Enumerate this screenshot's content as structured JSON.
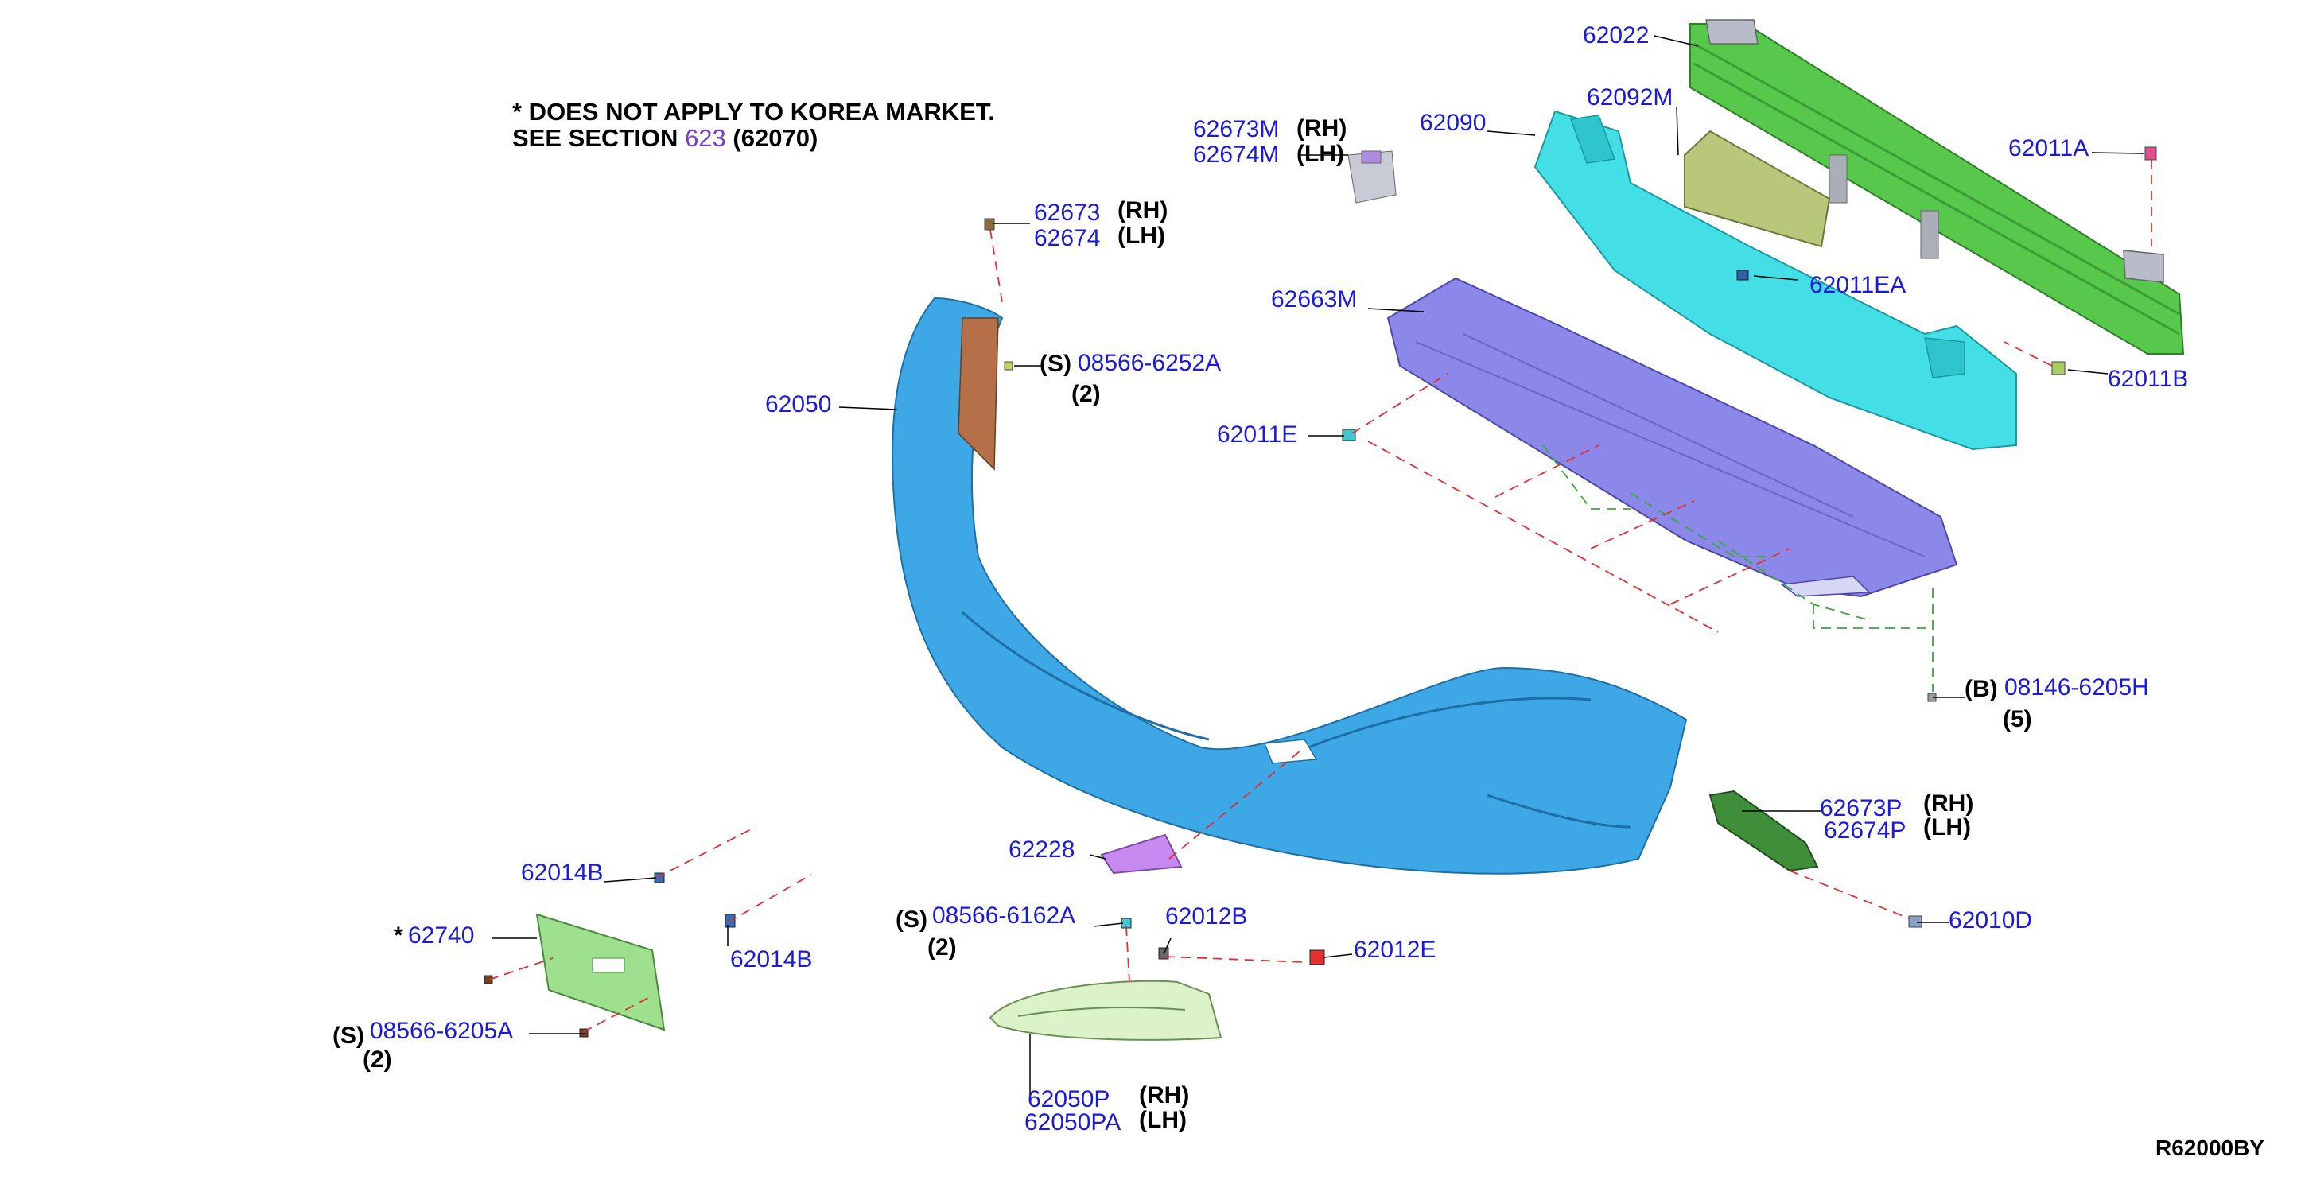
{
  "note": {
    "line1": "* DOES NOT APPLY TO KOREA MARKET.",
    "line2_prefix": "SEE SECTION",
    "line2_section": "623",
    "line2_ref": "(62070)"
  },
  "drawing_code": "R62000BY",
  "parts": {
    "p62022": "62022",
    "p62092M": "62092M",
    "p62090": "62090",
    "p62673M": "62673M",
    "p62673M_side": "(RH)",
    "p62674M": "62674M",
    "p62674M_side": "(LH)",
    "p62011A": "62011A",
    "p62673": "62673",
    "p62673_side": "(RH)",
    "p62674": "62674",
    "p62674_side": "(LH)",
    "p62011EA": "62011EA",
    "p62663M": "62663M",
    "p62011B": "62011B",
    "s1_prefix": "(S)",
    "s1_code": "08566-6252A",
    "s1_qty": "(2)",
    "p62050": "62050",
    "p62011E": "62011E",
    "b_prefix": "(B)",
    "b_code": "08146-6205H",
    "b_qty": "(5)",
    "p62673P": "62673P",
    "p62673P_side": "(RH)",
    "p62674P": "62674P",
    "p62674P_side": "(LH)",
    "p62228": "62228",
    "p62014B_a": "62014B",
    "p62014B_b": "62014B",
    "p62740_star": "*",
    "p62740": "62740",
    "s2_prefix": "(S)",
    "s2_code": "08566-6162A",
    "s2_qty": "(2)",
    "p62012B": "62012B",
    "p62012E": "62012E",
    "p62010D": "62010D",
    "s3_prefix": "(S)",
    "s3_code": "08566-6205A",
    "s3_qty": "(2)",
    "p62050P": "62050P",
    "p62050P_side": "(RH)",
    "p62050PA": "62050PA",
    "p62050PA_side": "(LH)"
  },
  "colors": {
    "label_blue": "#1a1adb",
    "bumper_blue": "#3fa9e8",
    "reinforcement_green": "#55c44a",
    "absorber_cyan": "#43e0e6",
    "undercover_violet": "#8b86e8",
    "bracket_green": "#9fe08f",
    "leader_red": "#e03030",
    "leader_green": "#3aa83a"
  }
}
